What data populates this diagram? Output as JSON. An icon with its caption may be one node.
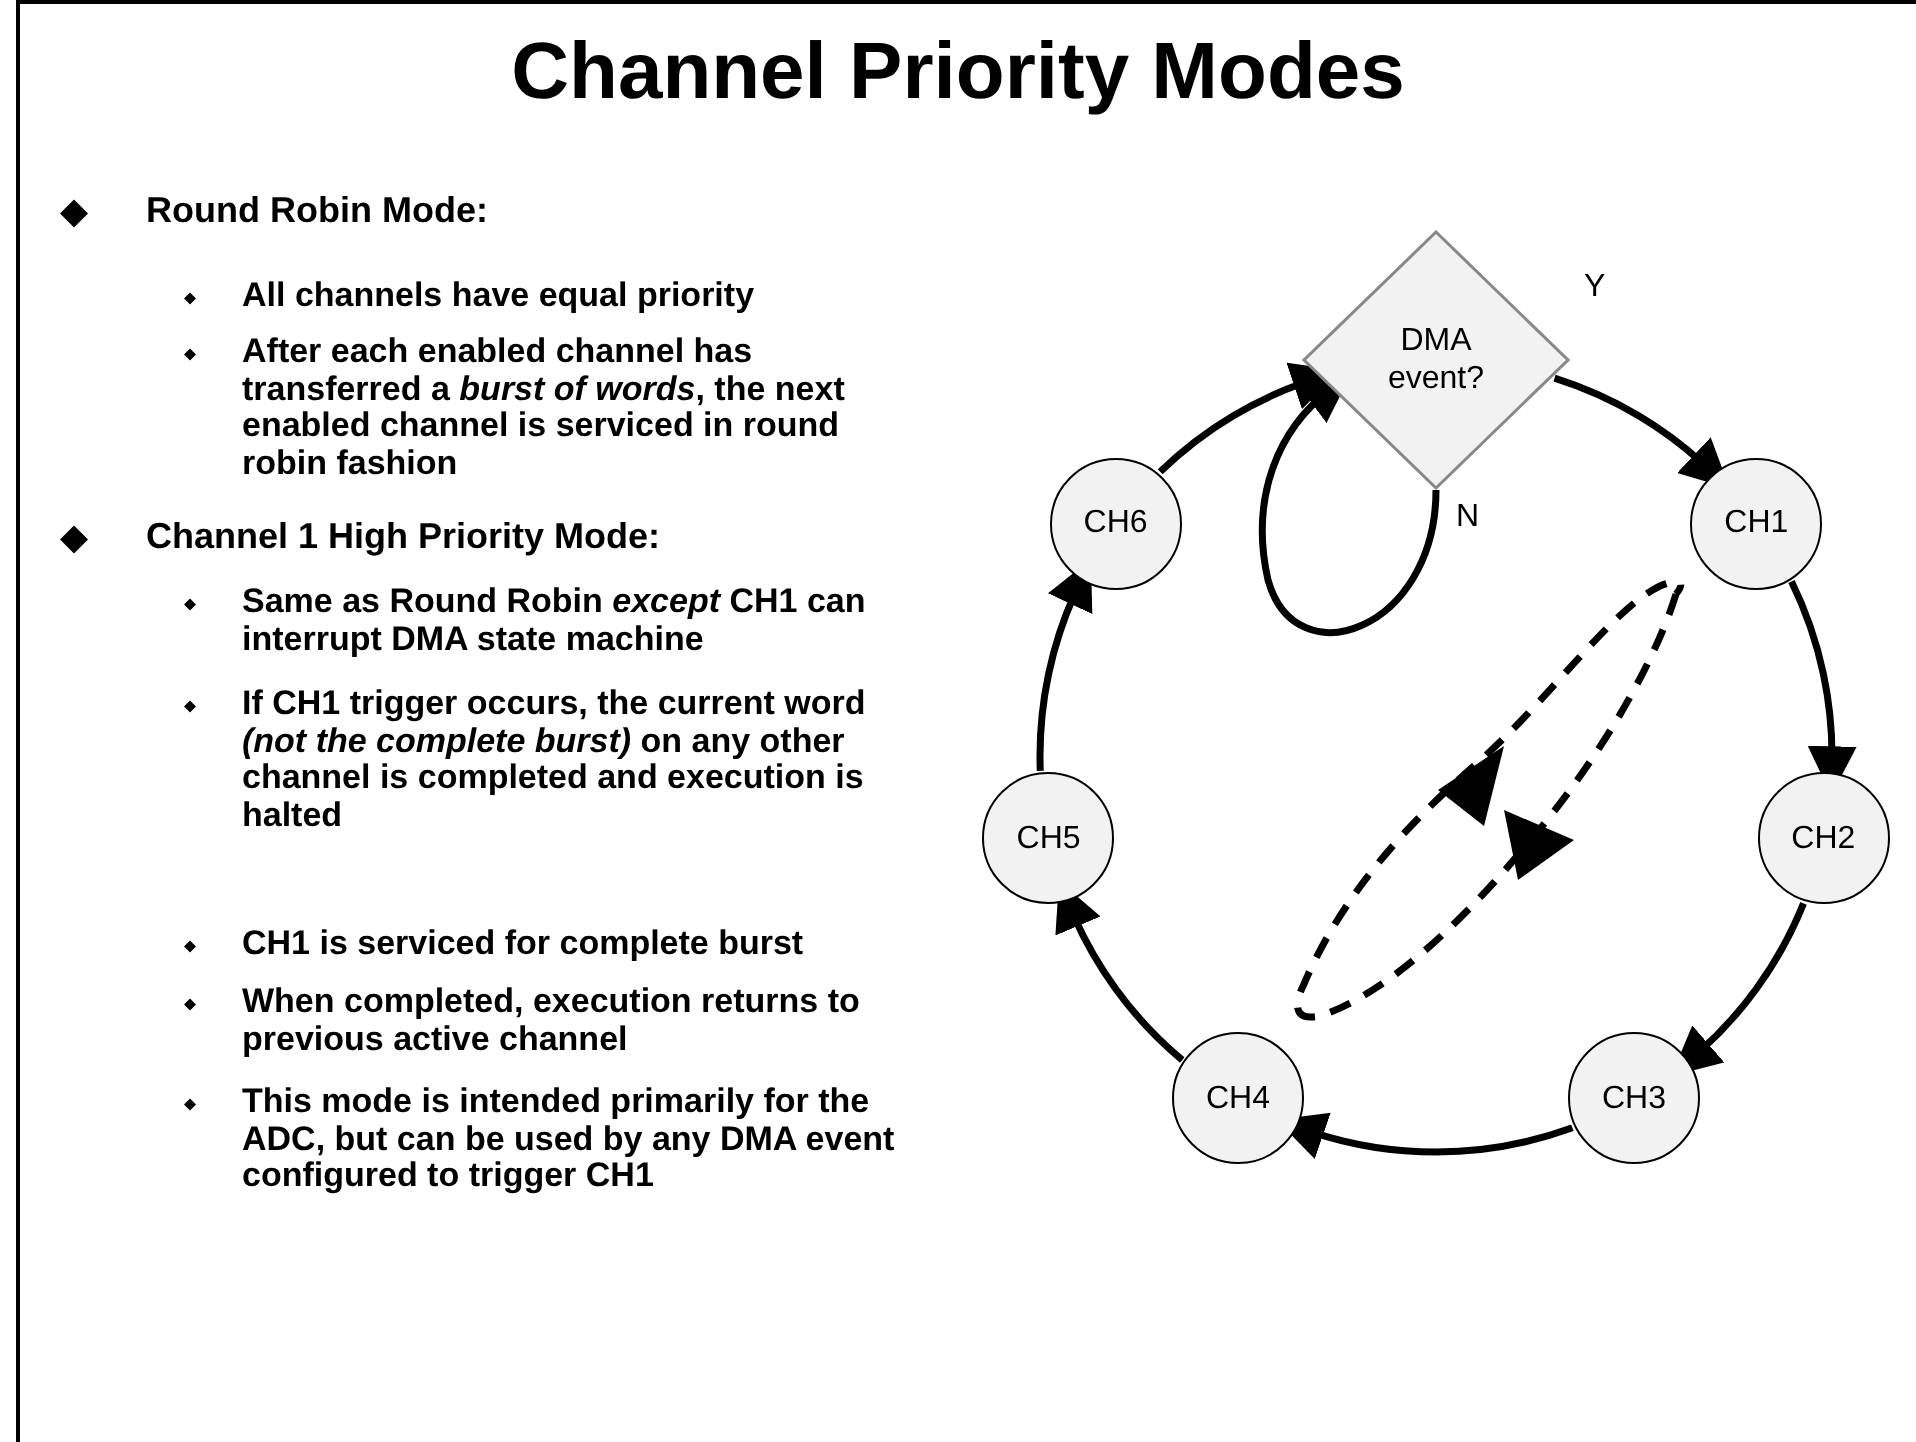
{
  "diagram": {
    "title": "Channel Priority Modes",
    "nodes": [
      {
        "text": [
          "DMA event?"
        ]
      },
      {
        "text": [
          "CH1"
        ]
      },
      {
        "text": [
          "CH2"
        ]
      },
      {
        "text": [
          "CH3"
        ]
      },
      {
        "text": [
          "CH4"
        ]
      },
      {
        "text": [
          "CH5"
        ]
      },
      {
        "text": [
          "CH6"
        ]
      }
    ],
    "edges": [
      {
        "from": 0,
        "to": 1,
        "arrow": "to",
        "label": "Y"
      },
      {
        "from": 1,
        "to": 2,
        "arrow": "to"
      },
      {
        "from": 2,
        "to": 3,
        "arrow": "to"
      },
      {
        "from": 3,
        "to": 4,
        "arrow": "to"
      },
      {
        "from": 4,
        "to": 5,
        "arrow": "to"
      },
      {
        "from": 5,
        "to": 6,
        "arrow": "to"
      },
      {
        "from": 6,
        "to": 0,
        "arrow": "to"
      },
      {
        "from": 0,
        "to": 0,
        "arrow": "to",
        "label": "N"
      }
    ],
    "labels": [
      "Round Robin Mode:",
      "All channels have equal priority",
      "After each enabled channel has transferred a *burst of words*, the next enabled channel is serviced in round robin fashion",
      "Channel 1 High Priority Mode:",
      "Same as Round Robin *except* CH1 can interrupt DMA state machine",
      "If CH1 trigger occurs, the current word *(not the complete burst)* on any other channel is completed and execution is halted",
      "CH1 is serviced for complete burst",
      "When completed, execution returns to previous active channel",
      "This mode is intended primarily for the ADC, but can be used by any DMA event configured to trigger CH1"
    ]
  }
}
